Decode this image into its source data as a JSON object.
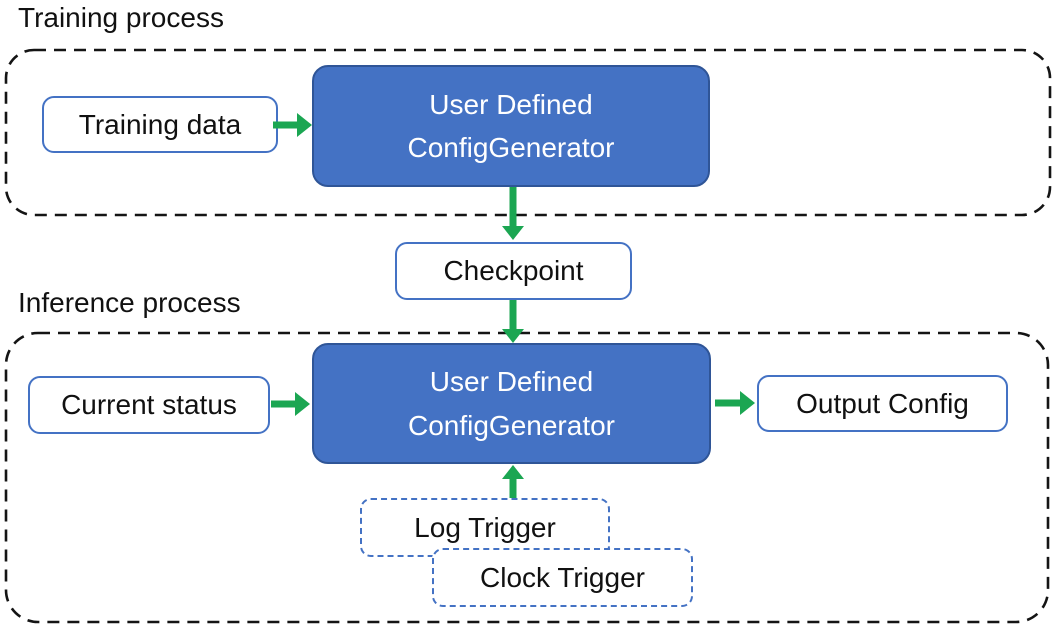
{
  "colors": {
    "node_fill": "#4472C4",
    "node_border": "#2F5597",
    "outline_border": "#4472C4",
    "arrow_green": "#1BA652",
    "container_border": "#141414",
    "text_dark": "#111111",
    "text_light": "#ffffff"
  },
  "training_section": {
    "label": "Training process",
    "training_data_label": "Training data",
    "generator_line1": "User Defined",
    "generator_line2": "ConfigGenerator"
  },
  "checkpoint_label": "Checkpoint",
  "inference_section": {
    "label": "Inference process",
    "current_status_label": "Current status",
    "generator_line1": "User Defined",
    "generator_line2": "ConfigGenerator",
    "output_config_label": "Output Config",
    "log_trigger_label": "Log Trigger",
    "clock_trigger_label": "Clock Trigger"
  },
  "edges": [
    {
      "from": "Training data",
      "to": "User Defined ConfigGenerator (training)"
    },
    {
      "from": "User Defined ConfigGenerator (training)",
      "to": "Checkpoint"
    },
    {
      "from": "Checkpoint",
      "to": "User Defined ConfigGenerator (inference)"
    },
    {
      "from": "Current status",
      "to": "User Defined ConfigGenerator (inference)"
    },
    {
      "from": "User Defined ConfigGenerator (inference)",
      "to": "Output Config"
    },
    {
      "from": "Log Trigger / Clock Trigger",
      "to": "User Defined ConfigGenerator (inference)"
    }
  ]
}
